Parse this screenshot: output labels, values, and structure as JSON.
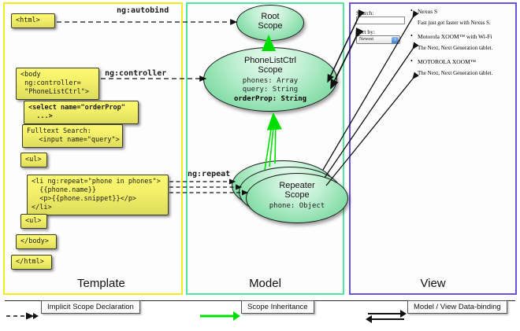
{
  "panels": {
    "template": {
      "label": "Template",
      "border_color": "#f2ea1c"
    },
    "model": {
      "label": "Model",
      "border_color": "#4ee8a0"
    },
    "view": {
      "label": "View",
      "border_color": "#6a52e0"
    }
  },
  "template": {
    "boxes": [
      {
        "id": "html",
        "text": "<html>"
      },
      {
        "id": "body",
        "text": "<body\n ng:controller=\n \"PhoneListCtrl\">"
      },
      {
        "id": "select",
        "text": "<select name=\"orderProp\"\n  ...>"
      },
      {
        "id": "search",
        "text": "Fulltext Search:\n   <input name=\"query\">"
      },
      {
        "id": "ul1",
        "text": "<ul>"
      },
      {
        "id": "li",
        "text": "<li ng:repeat=\"phone in phones\">\n  {{phone.name}}\n  <p>{{phone.snippet}}</p>\n</li>"
      },
      {
        "id": "ul2",
        "text": "<ul>"
      },
      {
        "id": "bodyend",
        "text": "</body>"
      },
      {
        "id": "htmlend",
        "text": "</html>"
      }
    ]
  },
  "arrow_labels": {
    "autobind": "ng:autobind",
    "controller": "ng:controller",
    "repeat": "ng:repeat"
  },
  "model": {
    "root_scope": {
      "title_line1": "Root",
      "title_line2": "Scope"
    },
    "ctrl_scope": {
      "title_line1": "PhoneListCtrl",
      "title_line2": "Scope",
      "props": [
        {
          "text": "phones: Array",
          "bold": false
        },
        {
          "text": "query: String",
          "bold": false
        },
        {
          "text": "orderProp: String",
          "bold": true
        }
      ]
    },
    "repeater_scope": {
      "title_line1": "Repeater",
      "title_line2": "Scope",
      "props": [
        {
          "text": "phone: Object",
          "bold": false
        }
      ]
    }
  },
  "view": {
    "search_label": "Search:",
    "search_value": "",
    "sortby_label": "Sort by:",
    "sortby_selected": "Newest",
    "sortby_options": [
      "Newest"
    ],
    "phones": [
      {
        "name": "Nexus S",
        "snippet": "Fast just got faster with Nexus S."
      },
      {
        "name": "Motorola XOOM™ with Wi-Fi",
        "snippet": "The Next, Next Generation tablet."
      },
      {
        "name": "MOTOROLA XOOM™",
        "snippet": "The Next, Next Generation tablet."
      }
    ]
  },
  "legend": {
    "implicit": "Implicit Scope Declaration",
    "inheritance": "Scope Inheritance",
    "binding": "Model / View Data-binding",
    "colors": {
      "inheritance": "#00e000",
      "implicit": "#111111",
      "binding": "#111111"
    }
  }
}
